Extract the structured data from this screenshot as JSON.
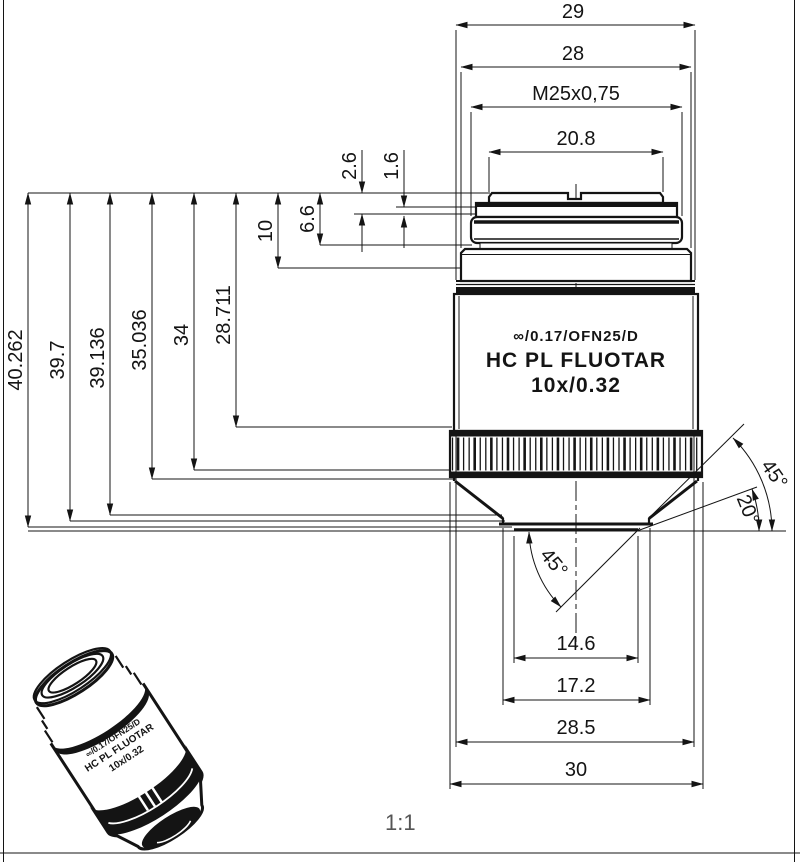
{
  "title": "microscope-objective-technical-drawing",
  "scale_label": "1:1",
  "dims": {
    "d29": "29",
    "d28": "28",
    "m25": "M25x0,75",
    "d208": "20.8",
    "d26": "2.6",
    "d16": "1.6",
    "d66": "6.6",
    "d10": "10",
    "d28711": "28.711",
    "d34": "34",
    "d35036": "35.036",
    "d39136": "39.136",
    "d397": "39.7",
    "d40262": "40.262",
    "a45_top": "45°",
    "a20": "20°",
    "a45_bottom": "45°",
    "d146": "14.6",
    "d172": "17.2",
    "d285": "28.5",
    "d30": "30"
  },
  "objective_label": {
    "line1": "∞/0.17/OFN25/D",
    "line2": "HC PL FLUOTAR",
    "line3": "10x/0.32"
  },
  "iso_label": {
    "line1": "∞/0.17/OFN25/D",
    "line2": "HC PL FLUOTAR",
    "line3": "10x/0.32"
  },
  "colors": {
    "line": "#141414",
    "background": "#ffffff",
    "muted": "#555555"
  }
}
